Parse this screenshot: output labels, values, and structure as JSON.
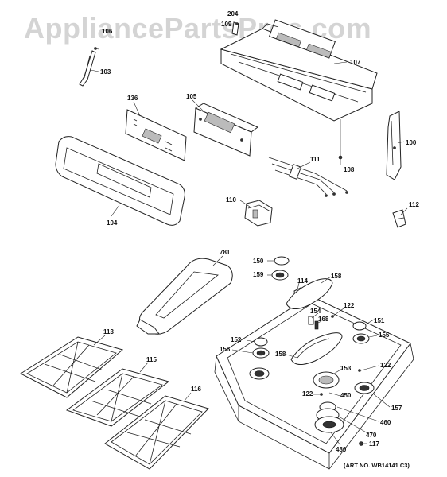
{
  "watermark": "AppliancePartsPros.com",
  "art_number": "(ART NO. WB14141 C3)",
  "part_labels": {
    "p204": "204",
    "p109": "109",
    "p106": "106",
    "p103": "103",
    "p107": "107",
    "p136": "136",
    "p105": "105",
    "p100": "100",
    "p111": "111",
    "p108": "108",
    "p104": "104",
    "p110": "110",
    "p112": "112",
    "p781": "781",
    "p150": "150",
    "p159": "159",
    "p114": "114",
    "p158a": "158",
    "p122a": "122",
    "p154": "154",
    "p168": "168",
    "p151": "151",
    "p155": "155",
    "p113": "113",
    "p152": "152",
    "p156": "156",
    "p158b": "158",
    "p153": "153",
    "p122b": "122",
    "p115": "115",
    "p122c": "122",
    "p450": "450",
    "p157": "157",
    "p116": "116",
    "p460": "460",
    "p470": "470",
    "p480": "480",
    "p117": "117"
  }
}
